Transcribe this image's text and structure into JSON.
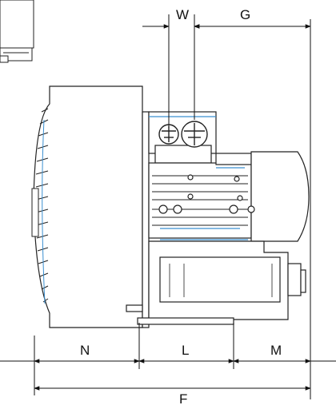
{
  "dimensions": {
    "W": "W",
    "G": "G",
    "N": "N",
    "L": "L",
    "M": "M",
    "F": "F"
  },
  "colors": {
    "line": "#1a1a1a",
    "accent": "#3a8fd0",
    "fill_light": "#f2f2f2"
  }
}
